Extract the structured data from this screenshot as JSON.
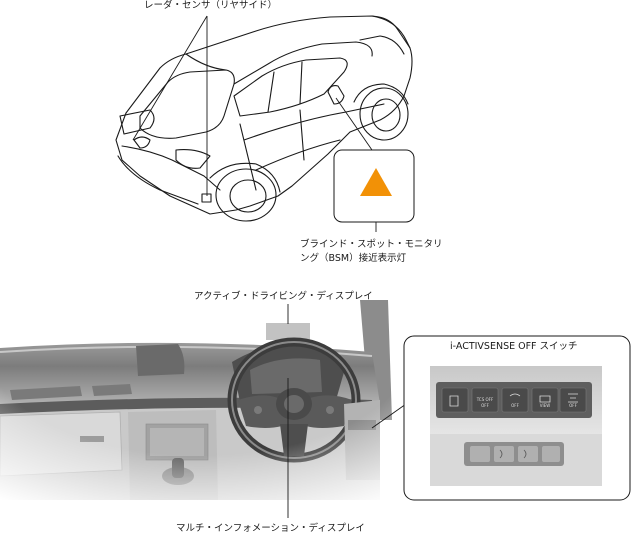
{
  "labels": {
    "radar_sensor": "レーダ・センサ（リヤサイド）",
    "bsm_line1": "ブラインド・スポット・モニタリ",
    "bsm_line2": "ング（BSM）接近表示灯",
    "active_driving_display": "アクティブ・ドライビング・ディスプレイ",
    "isense_switch": "i-ACTIVSENSE OFF スイッチ",
    "multi_info_display": "マルチ・インフォメーション・ディスプレイ"
  },
  "switch_panel": {
    "top_row": [
      "",
      "TCS OFF",
      "",
      "",
      ""
    ],
    "top_row_small": [
      "",
      "OFF",
      "OFF",
      "VIEW",
      "OFF"
    ]
  },
  "colors": {
    "bsm_indicator": "#f29106",
    "line_art": "#1a1a1a",
    "interior_dark": "#6e6e6e",
    "interior_mid": "#a8a8a8",
    "interior_light": "#d4d4d4"
  }
}
